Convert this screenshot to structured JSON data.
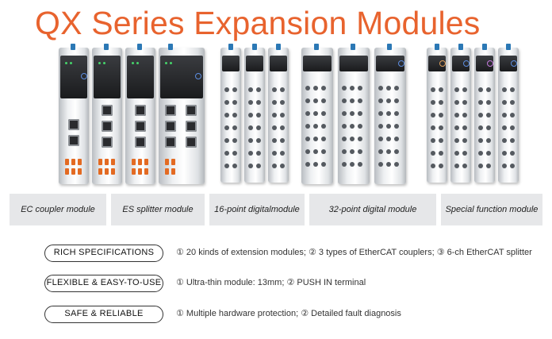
{
  "title": "QX Series Expansion Modules",
  "module_groups": [
    {
      "label": "EC coupler module"
    },
    {
      "label": "ES splitter module"
    },
    {
      "label": "16-point digitalmodule"
    },
    {
      "label": "32-point digital module"
    },
    {
      "label": "Special function module"
    }
  ],
  "features": [
    {
      "badge": "RICH SPECIFICATIONS",
      "description": "① 20 kinds of extension modules; ② 3 types of EtherCAT couplers; ③ 6-ch EtherCAT splitter"
    },
    {
      "badge": "FLEXIBLE & EASY-TO-USE",
      "description": "① Ultra-thin module: 13mm; ② PUSH IN terminal"
    },
    {
      "badge": "SAFE & RELIABLE",
      "description": "① Multiple hardware protection; ② Detailed fault diagnosis"
    }
  ],
  "colors": {
    "title": "#e8632e",
    "accent_blue": "#2b78b5",
    "terminal_orange": "#e36a22",
    "label_bar": "#e6e7e9"
  }
}
